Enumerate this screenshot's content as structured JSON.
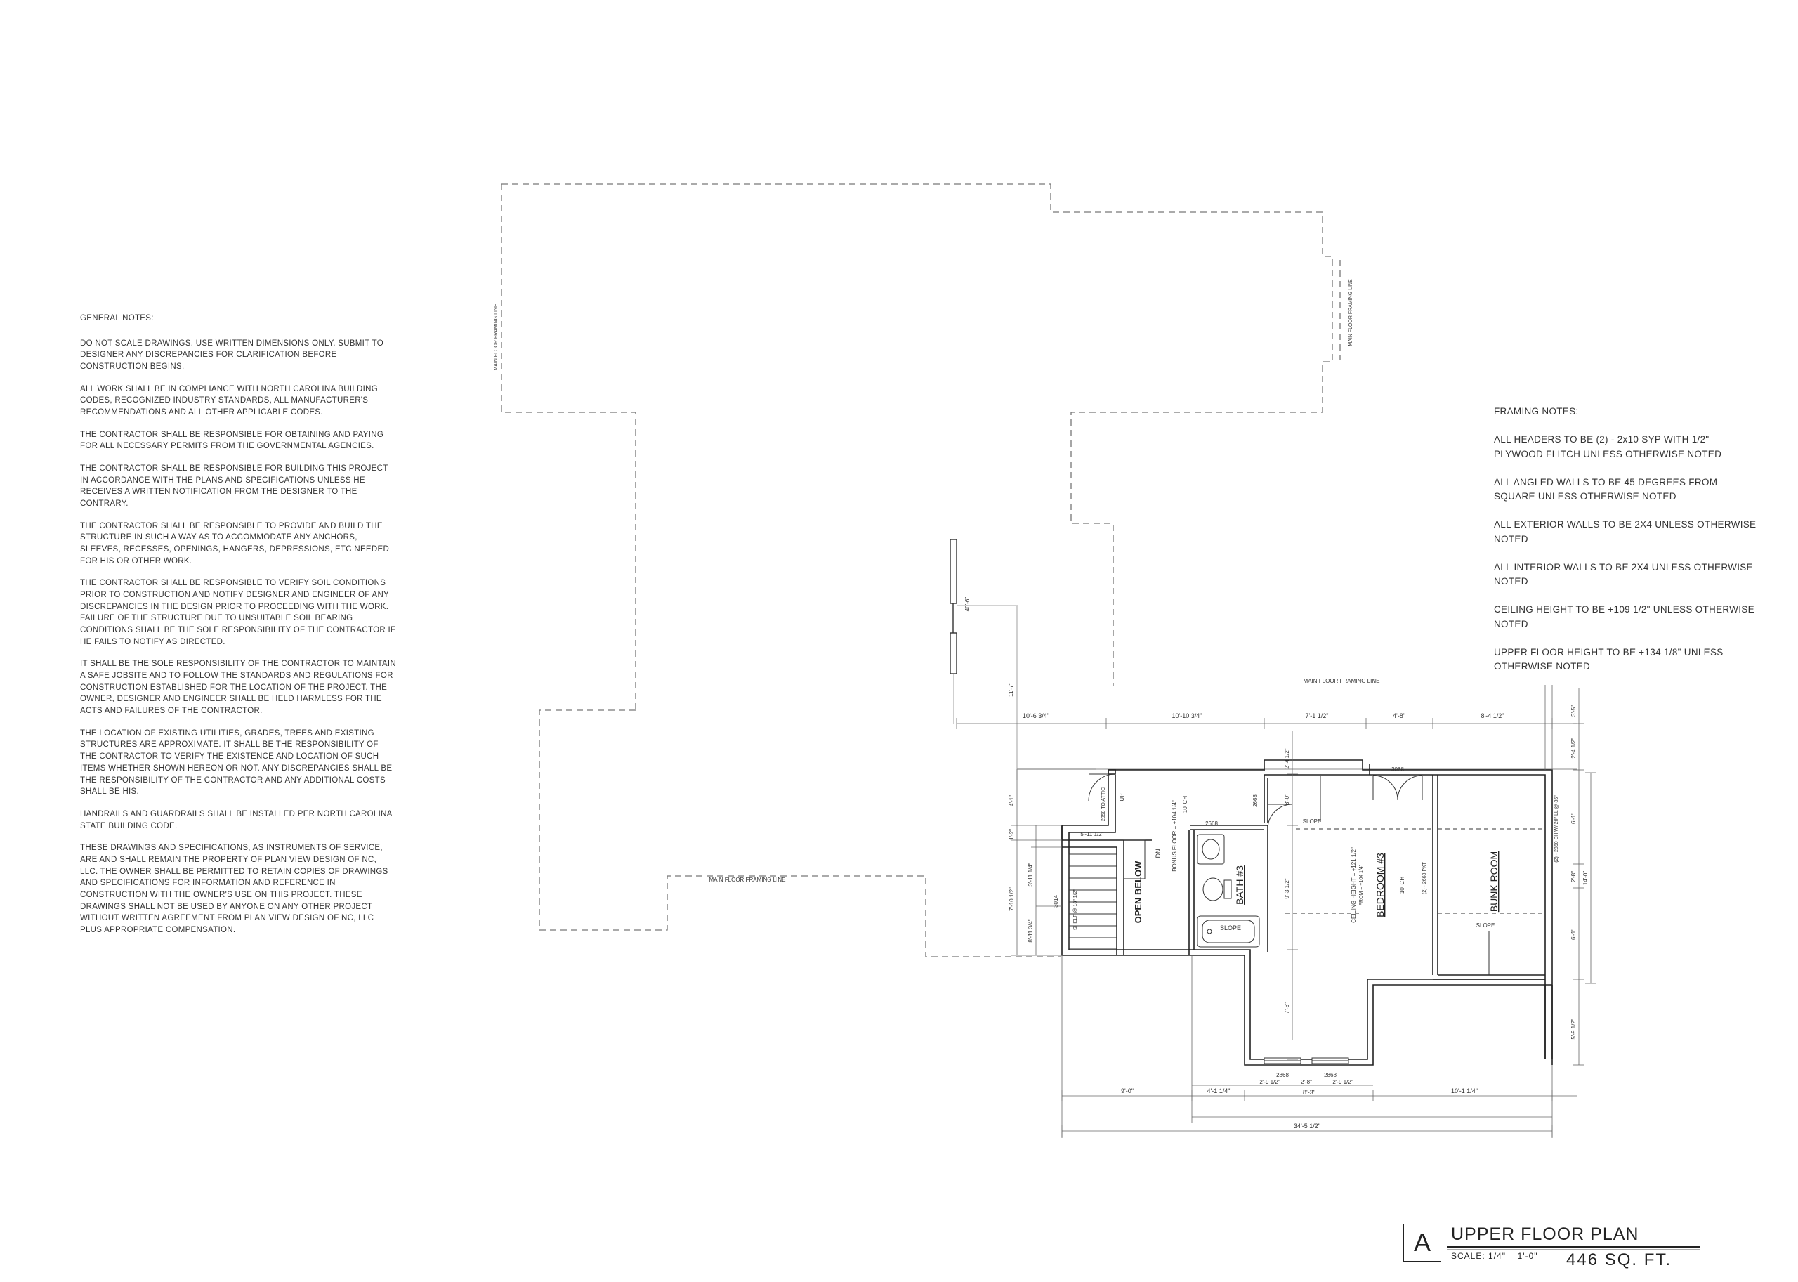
{
  "general_notes": {
    "heading": "GENERAL NOTES:",
    "items": [
      "DO NOT SCALE DRAWINGS. USE WRITTEN DIMENSIONS ONLY. SUBMIT TO DESIGNER ANY DISCREPANCIES FOR CLARIFICATION BEFORE CONSTRUCTION BEGINS.",
      "ALL WORK SHALL BE IN COMPLIANCE WITH NORTH CAROLINA BUILDING CODES, RECOGNIZED INDUSTRY STANDARDS, ALL MANUFACTURER'S RECOMMENDATIONS AND ALL OTHER APPLICABLE CODES.",
      "THE CONTRACTOR SHALL BE RESPONSIBLE FOR OBTAINING AND PAYING FOR ALL NECESSARY PERMITS FROM THE GOVERNMENTAL AGENCIES.",
      "THE CONTRACTOR SHALL BE RESPONSIBLE FOR BUILDING THIS PROJECT IN ACCORDANCE WITH THE PLANS AND SPECIFICATIONS UNLESS HE RECEIVES A WRITTEN NOTIFICATION FROM THE DESIGNER TO THE CONTRARY.",
      "THE CONTRACTOR SHALL BE RESPONSIBLE TO PROVIDE AND BUILD THE STRUCTURE IN SUCH A WAY AS TO ACCOMMODATE ANY ANCHORS, SLEEVES, RECESSES, OPENINGS, HANGERS, DEPRESSIONS, ETC NEEDED FOR HIS OR OTHER WORK.",
      "THE CONTRACTOR SHALL BE RESPONSIBLE TO VERIFY SOIL CONDITIONS PRIOR TO CONSTRUCTION AND NOTIFY DESIGNER AND ENGINEER OF ANY DISCREPANCIES IN THE DESIGN PRIOR TO PROCEEDING WITH THE WORK. FAILURE OF THE STRUCTURE DUE TO UNSUITABLE SOIL BEARING CONDITIONS SHALL BE THE SOLE RESPONSIBILITY OF THE CONTRACTOR IF HE FAILS TO NOTIFY AS DIRECTED.",
      "IT SHALL BE THE SOLE RESPONSIBILITY OF THE CONTRACTOR TO MAINTAIN A SAFE JOBSITE AND TO FOLLOW THE STANDARDS AND REGULATIONS FOR CONSTRUCTION ESTABLISHED FOR THE LOCATION OF THE PROJECT. THE OWNER, DESIGNER AND ENGINEER SHALL BE HELD HARMLESS FOR THE ACTS AND FAILURES OF THE CONTRACTOR.",
      "THE LOCATION OF EXISTING UTILITIES, GRADES, TREES AND EXISTING STRUCTURES ARE APPROXIMATE. IT SHALL BE THE RESPONSIBILITY OF THE CONTRACTOR TO VERIFY THE EXISTENCE AND LOCATION OF SUCH ITEMS WHETHER SHOWN HEREON OR NOT. ANY DISCREPANCIES SHALL BE THE RESPONSIBILITY OF THE CONTRACTOR AND ANY ADDITIONAL COSTS SHALL BE HIS.",
      "HANDRAILS AND GUARDRAILS SHALL BE INSTALLED PER NORTH CAROLINA STATE BUILDING CODE.",
      "THESE DRAWINGS AND SPECIFICATIONS, AS INSTRUMENTS OF SERVICE, ARE AND SHALL REMAIN THE PROPERTY OF PLAN VIEW DESIGN OF NC, LLC. THE OWNER SHALL BE PERMITTED TO RETAIN COPIES OF DRAWINGS AND SPECIFICATIONS FOR INFORMATION AND REFERENCE IN CONSTRUCTION WITH THE OWNER'S USE ON THIS PROJECT. THESE DRAWINGS SHALL NOT BE USED BY ANYONE ON ANY OTHER PROJECT WITHOUT WRITTEN AGREEMENT FROM PLAN VIEW DESIGN OF NC, LLC PLUS APPROPRIATE COMPENSATION."
    ]
  },
  "framing_notes": {
    "heading": "FRAMING NOTES:",
    "items": [
      "ALL HEADERS TO BE (2) - 2x10 SYP WITH 1/2\" PLYWOOD FLITCH UNLESS OTHERWISE NOTED",
      "ALL ANGLED WALLS TO BE 45 DEGREES FROM SQUARE UNLESS OTHERWISE NOTED",
      "ALL EXTERIOR WALLS TO BE 2X4 UNLESS OTHERWISE NOTED",
      "ALL INTERIOR WALLS TO BE 2X4 UNLESS OTHERWISE NOTED",
      "CEILING HEIGHT TO BE +109 1/2\" UNLESS OTHERWISE NOTED",
      "UPPER FLOOR HEIGHT TO BE +134 1/8\" UNLESS OTHERWISE NOTED"
    ]
  },
  "plan": {
    "main_floor_label": "MAIN FLOOR FRAMING LINE",
    "rooms": {
      "open_below": "OPEN BELOW",
      "bath": "BATH #3",
      "bedroom": "BEDROOM #3",
      "bunk": "BUNK ROOM"
    },
    "labels": {
      "slope": "SLOPE",
      "ch_10": "10' CH",
      "bonus_floor": "BONUS FLOOR = +104 1/4\"",
      "ceiling_height_1": "CEILING HEIGHT = +121 1/2\"",
      "ceiling_height_2": "FROM = +104 1/4\"",
      "dn": "DN",
      "up": "UP",
      "shelf": "SHELF @ 18\" 1/2\"",
      "attic": "2058 TO ATTIC",
      "win_3068": "3068",
      "win_2668": "2668",
      "win_2668b": "2668",
      "win_2868": "2868",
      "win_2868b": "2868",
      "win_3014": "3014",
      "closet_bedroom": "(2) - 2668 PKT",
      "closet_bunk": "(2) - 2850 SH W/ 20\" LL @ 85\""
    },
    "dims": {
      "top": [
        "10'-6 3/4\"",
        "10'-10 3/4\"",
        "7'-1 1/2\"",
        "4'-8\"",
        "8'-4 1/2\""
      ],
      "bottom_a": [
        "9'-0\"",
        "4'-1 1/4\"",
        "2'-9 1/2\"",
        "2'-8\"",
        "2'-9 1/2\"",
        "10'-1 1/4\""
      ],
      "bottom_b": "8'-3\"",
      "overall": "34'-5 1/2\"",
      "left": [
        "4'-1\"",
        "1'-2\"",
        "3'-11 1/4\"",
        "7'-10 1/2\"",
        "8'-11 3/4\""
      ],
      "left_a": "40'-6\"",
      "left_b": "11'-7\"",
      "mid": [
        "2'-4 1/2\"",
        "3'-0\"",
        "9'-3 1/2\"",
        "7'-6\""
      ],
      "right": [
        "3'-5\"",
        "2'-4 1/2\"",
        "6'-1\"",
        "2'-8\"",
        "14'-0\"",
        "6'-1\"",
        "5'-9 1/2\""
      ],
      "stair": "5'-11 1/2\""
    }
  },
  "title_block": {
    "letter": "A",
    "title": "UPPER FLOOR PLAN",
    "scale": "SCALE:  1/4\" = 1'-0\"",
    "area": "446 SQ. FT."
  }
}
